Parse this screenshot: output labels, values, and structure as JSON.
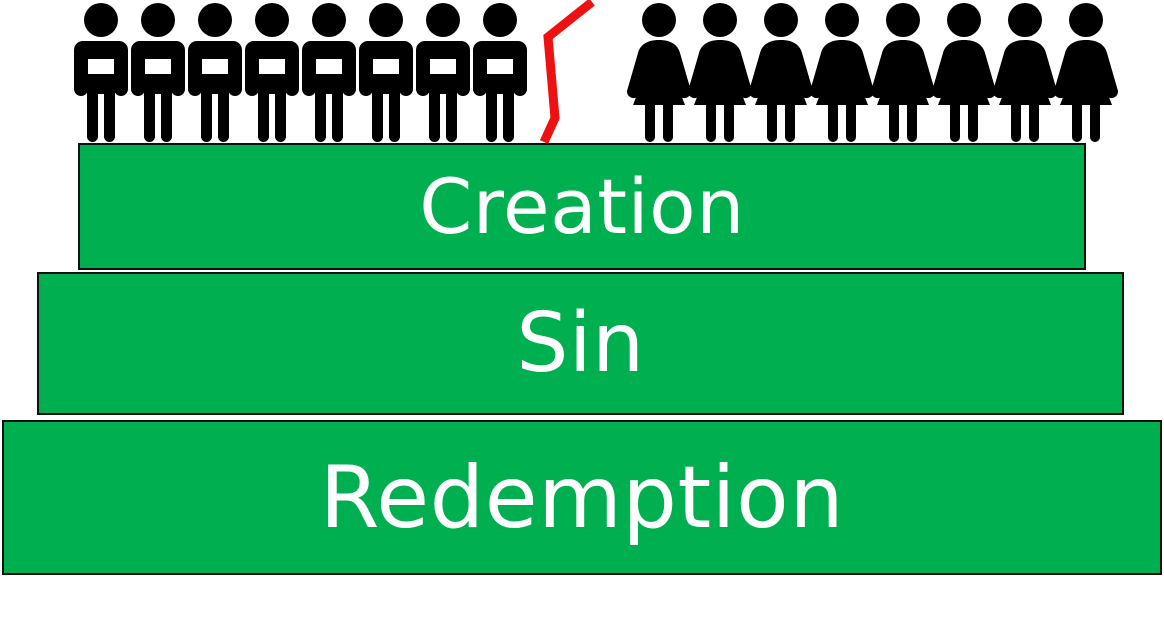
{
  "diagram": {
    "title": "Creation Sin Redemption Layered Diagram",
    "background_color": "#FFFFFF"
  },
  "bars": [
    {
      "id": "creation",
      "label": "Creation",
      "fill_color": "#00B050",
      "text_color": "#FFFFFF",
      "border_color": "#111111",
      "level": 1
    },
    {
      "id": "sin",
      "label": "Sin",
      "fill_color": "#00B050",
      "text_color": "#FFFFFF",
      "border_color": "#111111",
      "level": 2
    },
    {
      "id": "redemption",
      "label": "Redemption",
      "fill_color": "#00B050",
      "text_color": "#FFFFFF",
      "border_color": "#111111",
      "level": 3
    }
  ],
  "people": {
    "men": {
      "icon": "male-person-icon",
      "count": 8,
      "color": "#000000",
      "group_label": "men-group"
    },
    "women": {
      "icon": "female-person-icon",
      "count": 8,
      "color": "#000000",
      "group_label": "women-group"
    }
  },
  "divider": {
    "icon": "red-zigzag-divider-icon",
    "color": "#EE1111",
    "stroke_width": 9,
    "label": "separation"
  }
}
